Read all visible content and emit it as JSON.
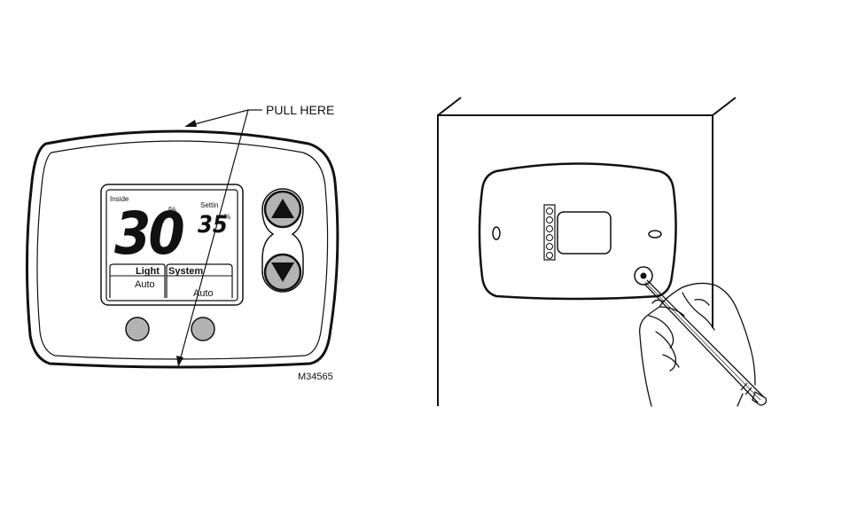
{
  "callout": {
    "pull_here": "PULL HERE"
  },
  "figure_id": "M34565",
  "thermostat": {
    "display": {
      "inside_label": "Inside",
      "inside_value": "30",
      "inside_unit": "%",
      "setting_label": "Settin",
      "setting_value": "35",
      "setting_unit": "%",
      "light_label": "Light",
      "light_value": "Auto",
      "system_label": "System",
      "system_value": "Auto"
    },
    "buttons": {
      "up_icon": "triangle-up-icon",
      "down_icon": "triangle-down-icon"
    }
  },
  "colors": {
    "line": "#111111",
    "button_fill": "#b3b3b3",
    "background": "#ffffff"
  }
}
